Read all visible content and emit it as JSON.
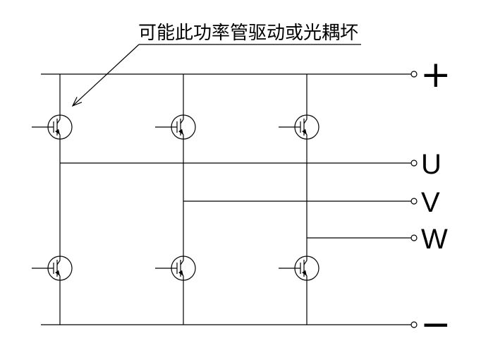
{
  "diagram": {
    "annotation": "可能此功率管驱动或光耦坏",
    "terminals": {
      "dc_positive": "+",
      "phase_u": "U",
      "phase_v": "V",
      "phase_w": "W",
      "dc_negative": "−"
    },
    "colors": {
      "line": "#000000",
      "background": "#ffffff"
    }
  }
}
